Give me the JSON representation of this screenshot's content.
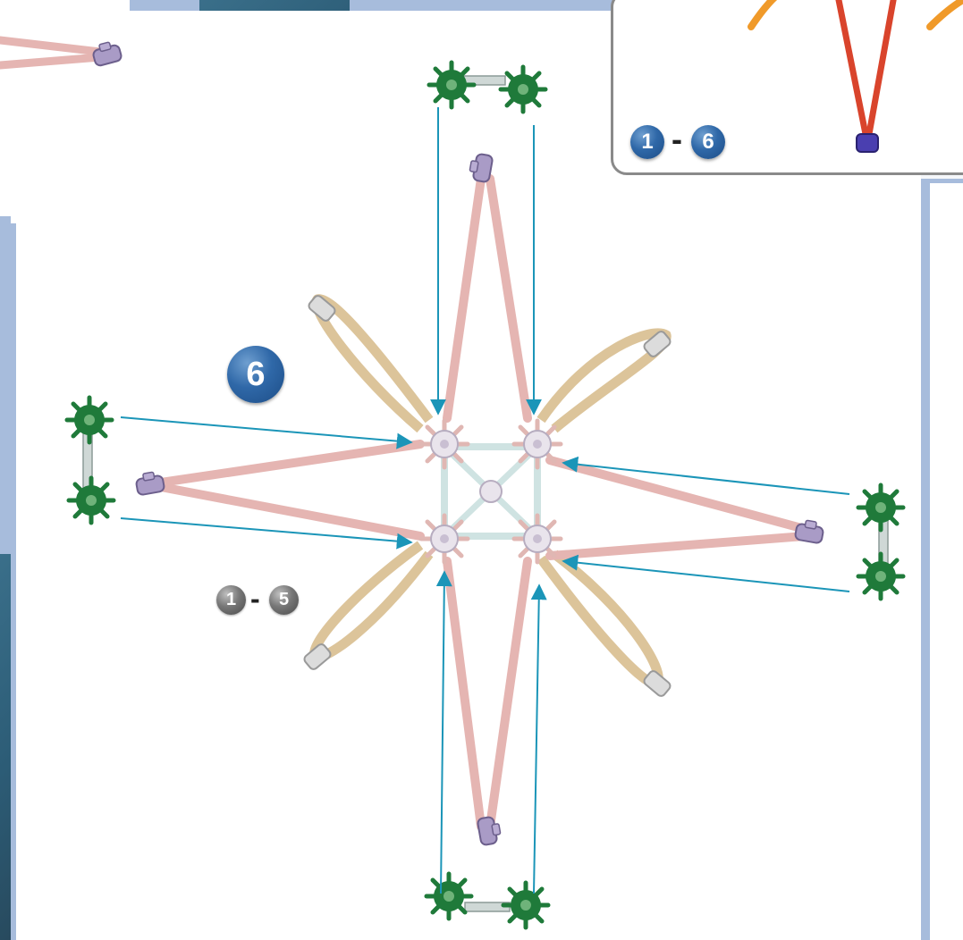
{
  "step_badge": "6",
  "previous_range": {
    "from": "1",
    "dash": "-",
    "to": "5"
  },
  "inset_range": {
    "from": "1",
    "dash": "-",
    "to": "6"
  },
  "colors": {
    "frame": "#a7bcdc",
    "teal_panel": "#2f6380",
    "connector_green": "#1f7a3a",
    "rod_pink": "#e5b5b2",
    "rod_tan": "#dcc49a",
    "arrow": "#1b95b8",
    "badge_blue": "#2f68a8"
  }
}
